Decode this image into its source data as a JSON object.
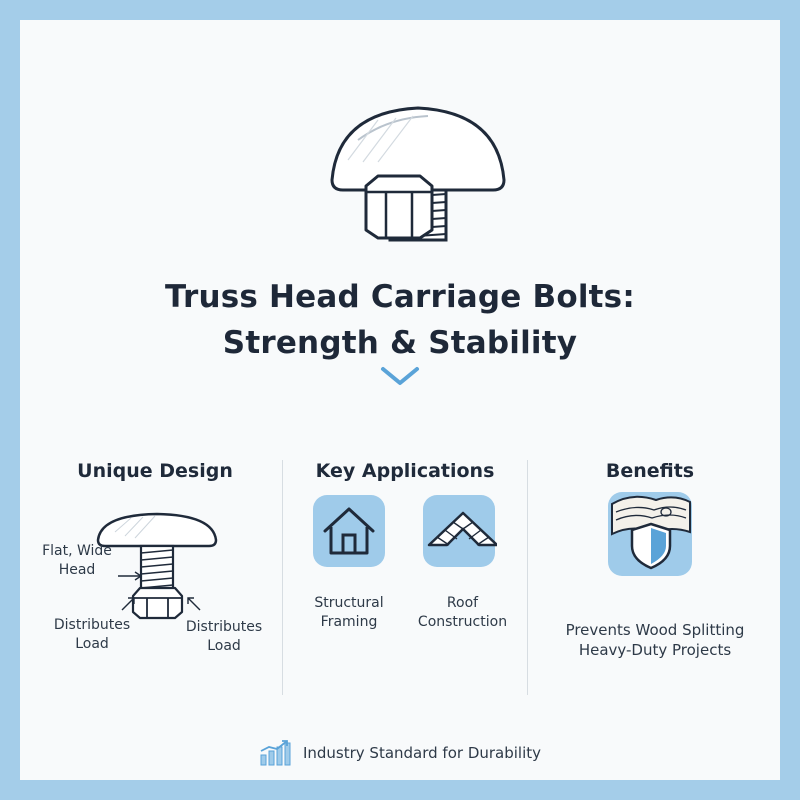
{
  "title": {
    "line1": "Truss Head Carriage Bolts:",
    "line2": "Strength & Stability"
  },
  "columns": [
    {
      "heading": "Unique Design",
      "labels": {
        "head": [
          "Flat, Wide",
          "Head"
        ],
        "load_left": [
          "Distributes",
          "Load"
        ],
        "load_right": [
          "Distributes",
          "Load"
        ]
      }
    },
    {
      "heading": "Key Applications",
      "items": [
        {
          "icon": "house-icon",
          "label": [
            "Structural",
            "Framing"
          ]
        },
        {
          "icon": "roof-icon",
          "label": [
            "Roof",
            "Construction"
          ]
        }
      ]
    },
    {
      "heading": "Benefits",
      "icon": "wood-shield-icon",
      "items": [
        "Prevents Wood Splitting",
        "Heavy-Duty Projects"
      ]
    }
  ],
  "footer": {
    "icon": "bar-chart-trend-icon",
    "text": "Industry Standard for Durability"
  },
  "colors": {
    "background_border": "#a4cde9",
    "card": "#f8fafb",
    "icon_tile": "#9fcbea",
    "line_art": "#1f2a3a",
    "accent": "#5aa3d8"
  }
}
